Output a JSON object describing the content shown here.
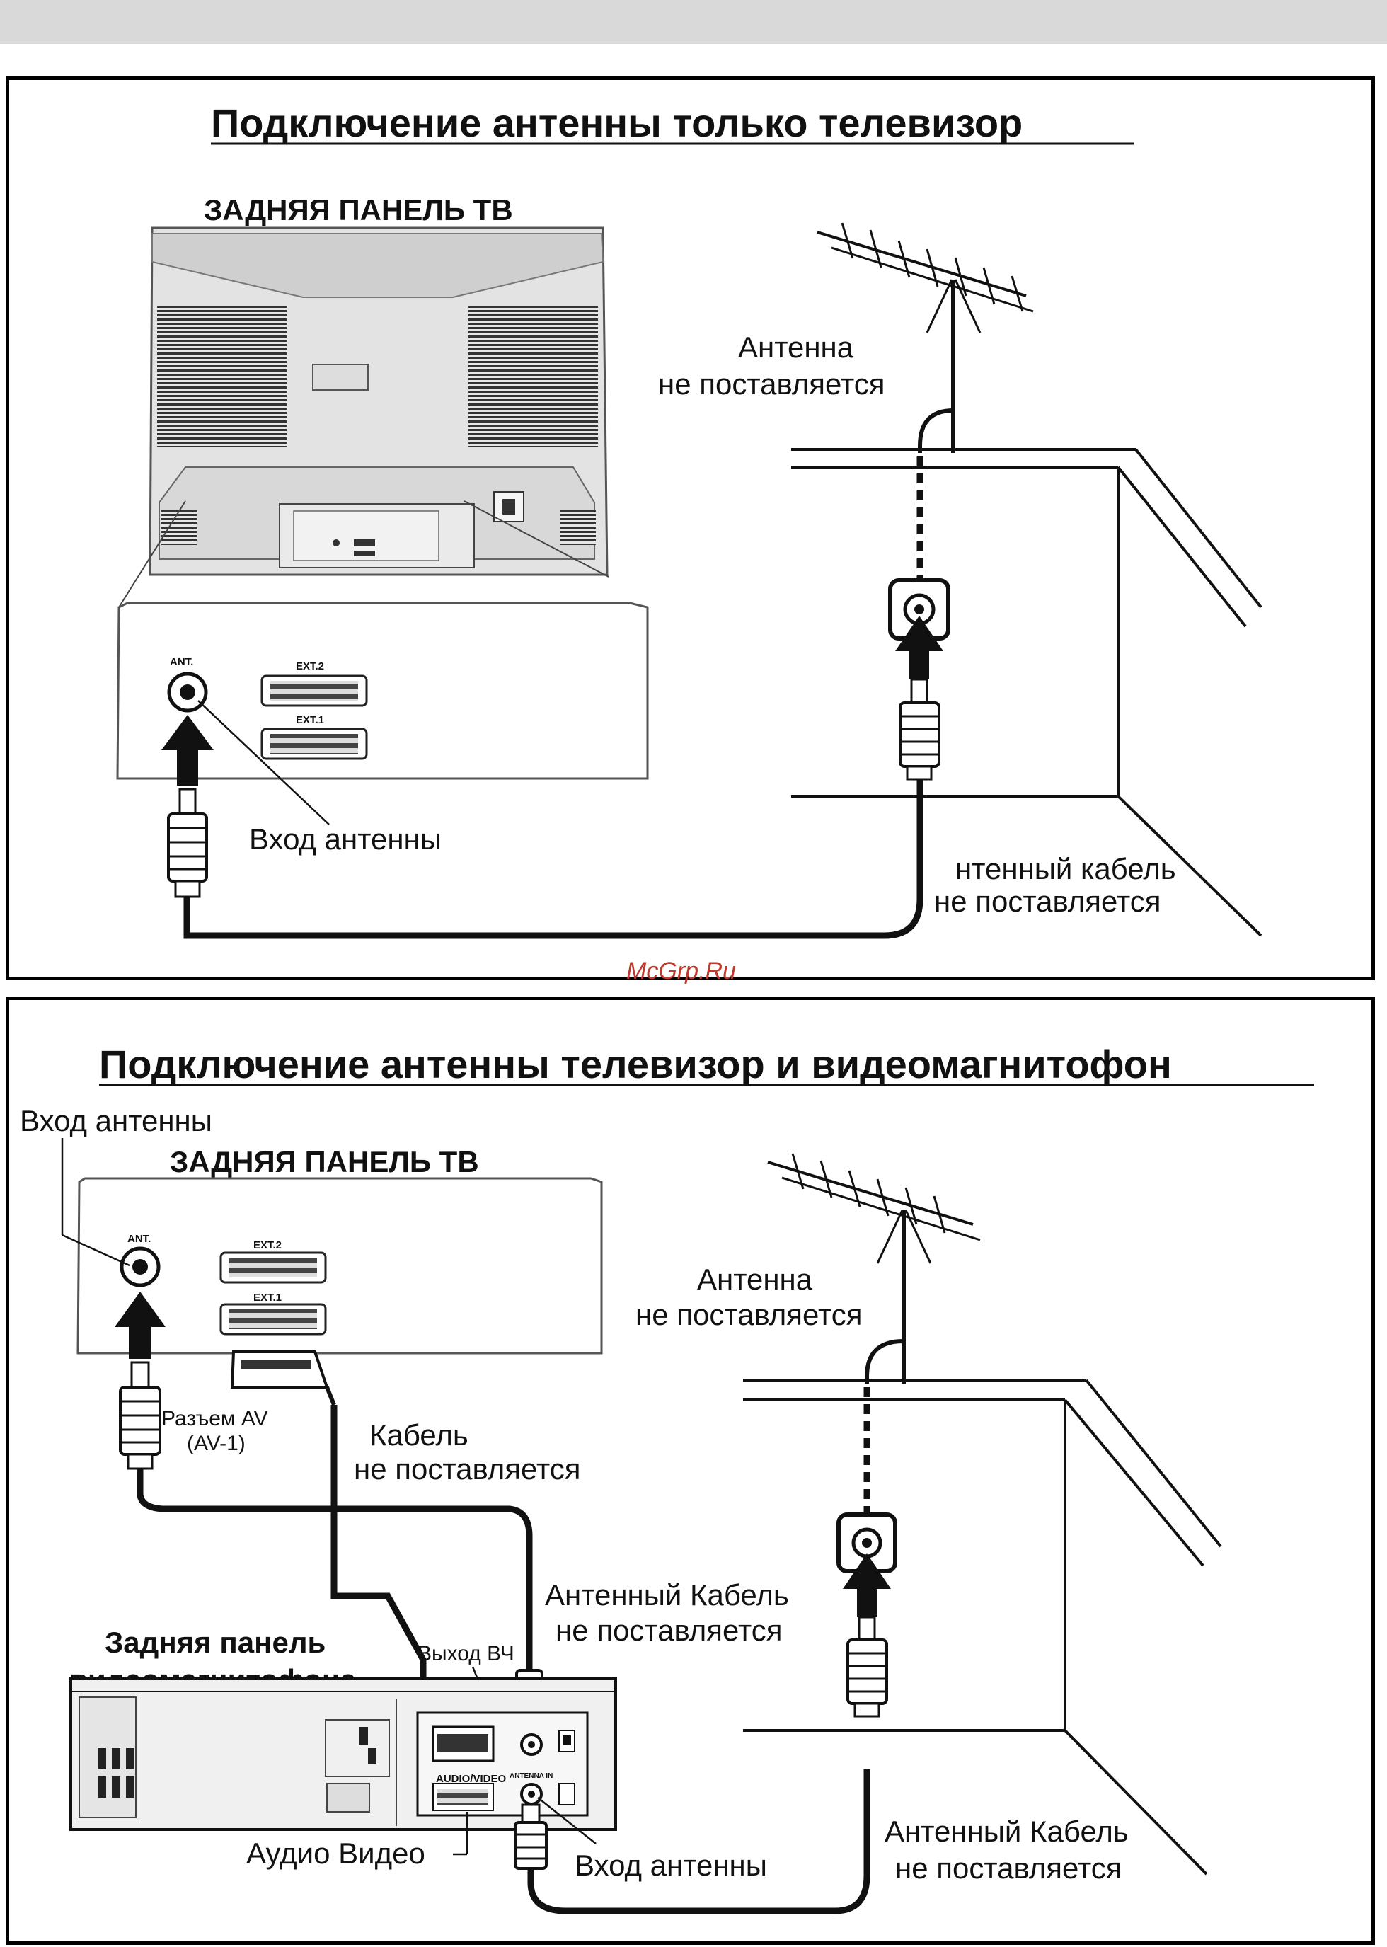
{
  "section1": {
    "title": "Подключение антенны  только телевизор",
    "tv_rear_title": "ЗАДНЯЯ ПАНЕЛЬ ТВ",
    "antenna_label_line1": "Антенна",
    "antenna_label_line2": "не поставляется",
    "antenna_input_label": "Вход  антенны",
    "cable_label_line1": "нтенный кабель",
    "cable_label_line2": "не поставляется",
    "port_ant": "ANT.",
    "port_ext2": "EXT.2",
    "port_ext1": "EXT.1"
  },
  "section2": {
    "title": "Подключение антенны   телевизор и видеомагнитофон",
    "antenna_input_top": "Вход  антенны",
    "tv_rear_title": "ЗАДНЯЯ ПАНЕЛЬ ТВ",
    "antenna_label_line1": "Антенна",
    "antenna_label_line2": "не поставляется",
    "av_connector_line1": "Разъем AV",
    "av_connector_line2": "(AV-1)",
    "cable_label_line1": "Кабель",
    "cable_label_line2": "не поставляется",
    "vcr_rear_line1": "Задняя панель",
    "vcr_rear_line2": "видеомагнитофона",
    "rf_out_label": "Выход ВЧ",
    "antenna_cable1_line1": "Антенный Кабель",
    "antenna_cable1_line2": "не поставляется",
    "audio_video_label": "Аудио Видео",
    "antenna_input_bottom": "Вход  антенны",
    "antenna_cable2_line1": "Антенный Кабель",
    "antenna_cable2_line2": "не поставляется",
    "port_ant": "ANT.",
    "port_ext2": "EXT.2",
    "port_ext1": "EXT.1",
    "vcr_port_av": "AUDIO/VIDEO",
    "vcr_port_antenna": "ANTENNA IN"
  },
  "watermark": "McGrp.Ru"
}
